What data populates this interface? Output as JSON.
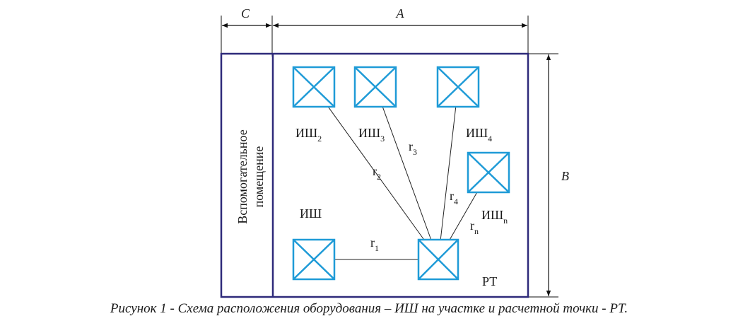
{
  "dimensions": {
    "c": "C",
    "a": "A",
    "b": "B"
  },
  "room": {
    "auxiliary_room_line1": "Вспомогательное",
    "auxiliary_room_line2": "помещение"
  },
  "equipment": [
    {
      "name": "ИШ",
      "sub": ""
    },
    {
      "name": "ИШ",
      "sub": "2"
    },
    {
      "name": "ИШ",
      "sub": "3"
    },
    {
      "name": "ИШ",
      "sub": "4"
    },
    {
      "name": "ИШ",
      "sub": "n"
    }
  ],
  "distances": [
    {
      "name": "r",
      "sub": "1"
    },
    {
      "name": "r",
      "sub": "2"
    },
    {
      "name": "r",
      "sub": "3"
    },
    {
      "name": "r",
      "sub": "4"
    },
    {
      "name": "r",
      "sub": "n"
    }
  ],
  "calc_point": "РТ",
  "caption": "Рисунок 1 - Схема расположения оборудования – ИШ на участке и расчетной точки - РТ.",
  "colors": {
    "frame": "#2e2a7a",
    "box": "#1f9bd7",
    "line": "#222222",
    "arrow": "#111111"
  }
}
